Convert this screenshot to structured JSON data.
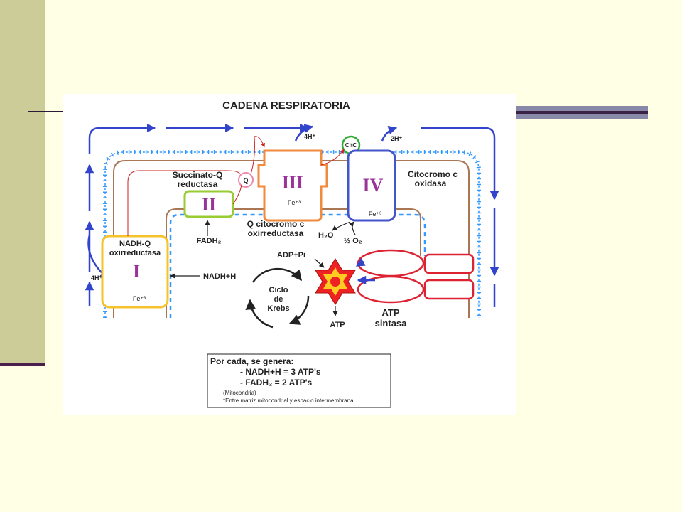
{
  "title": "CADENA RESPIRATORIA",
  "complexes": {
    "I": {
      "numeral": "I",
      "name_line1": "NADH-Q",
      "name_line2": "oxirreductasa",
      "iron": "Fe⁺³",
      "color": "#F5C32C"
    },
    "II": {
      "numeral": "II",
      "name_line1": "Succinato-Q",
      "name_line2": "reductasa",
      "color": "#99CC33"
    },
    "III": {
      "numeral": "III",
      "name_line1": "Q citocromo c",
      "name_line2": "oxirreductasa",
      "iron": "Fe⁺³",
      "color": "#F08A3C"
    },
    "IV": {
      "numeral": "IV",
      "name_line1": "Citocromo c",
      "name_line2": "oxidasa",
      "iron": "Fe⁺³",
      "color": "#4455CC"
    }
  },
  "carriers": {
    "q": "Q",
    "citc": "CitC"
  },
  "labels": {
    "h_4_left": "4H⁺",
    "h_4_top": "4H⁺",
    "h_2_top": "2H⁺",
    "fadh2": "FADH₂",
    "nadh_h": "NADH+H",
    "h2o": "H₂O",
    "half_o2": "½ O₂",
    "adp_pi": "ADP+Pi",
    "atp": "ATP",
    "atp_synthase_line1": "ATP",
    "atp_synthase_line2": "sintasa",
    "krebs_line1": "Ciclo",
    "krebs_line2": "de",
    "krebs_line3": "Krebs"
  },
  "summary": {
    "heading": "Por cada, se genera:",
    "line1": "- NADH+H = 3 ATP's",
    "line2": "- FADH₂ = 2 ATP's",
    "note1": "(Mitocondria)",
    "note2": "*Entre matriz mitocondrial y espacio intermembranal"
  },
  "colors": {
    "membrane_outer": "#3399FF",
    "membrane_inner": "#AA7755",
    "flow_arrow": "#3344CC",
    "atp_synthase": "#DD2233",
    "star": "#EE2222",
    "background": "#FFFFE6"
  }
}
